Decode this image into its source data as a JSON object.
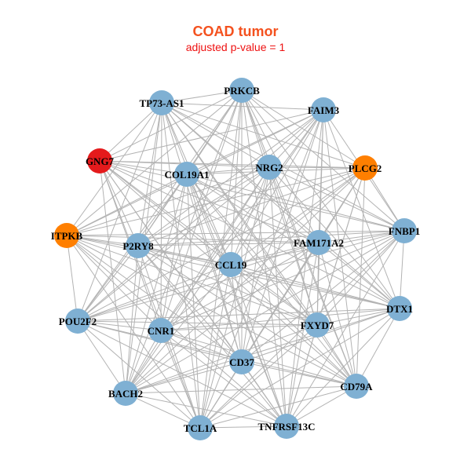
{
  "title": "COAD tumor",
  "subtitle": "adjusted p-value = 1",
  "colors": {
    "default_node": "#7fb0d3",
    "highlight_red": "#e41a1c",
    "highlight_orange": "#ff7f00",
    "edge": "#b3b3b3",
    "title": "#f4511e",
    "subtitle": "#ee1111"
  },
  "nodes": [
    {
      "id": "PRKCB",
      "label": "PRKCB",
      "color": "default_node"
    },
    {
      "id": "FAIM3",
      "label": "FAIM3",
      "color": "default_node"
    },
    {
      "id": "PLCG2",
      "label": "PLCG2",
      "color": "highlight_orange"
    },
    {
      "id": "FNBP1",
      "label": "FNBP1",
      "color": "default_node"
    },
    {
      "id": "DTX1",
      "label": "DTX1",
      "color": "default_node"
    },
    {
      "id": "CD79A",
      "label": "CD79A",
      "color": "default_node"
    },
    {
      "id": "TNFRSF13C",
      "label": "TNFRSF13C",
      "color": "default_node"
    },
    {
      "id": "TCL1A",
      "label": "TCL1A",
      "color": "default_node"
    },
    {
      "id": "BACH2",
      "label": "BACH2",
      "color": "default_node"
    },
    {
      "id": "POU2F2",
      "label": "POU2F2",
      "color": "default_node"
    },
    {
      "id": "ITPKB",
      "label": "ITPKB",
      "color": "highlight_orange"
    },
    {
      "id": "GNG7",
      "label": "GNG7",
      "color": "highlight_red"
    },
    {
      "id": "TP73-AS1",
      "label": "TP73-AS1",
      "color": "default_node"
    },
    {
      "id": "COL19A1",
      "label": "COL19A1",
      "color": "default_node"
    },
    {
      "id": "NRG2",
      "label": "NRG2",
      "color": "default_node"
    },
    {
      "id": "FAM171A2",
      "label": "FAM171A2",
      "color": "default_node"
    },
    {
      "id": "FXYD7",
      "label": "FXYD7",
      "color": "default_node"
    },
    {
      "id": "CD37",
      "label": "CD37",
      "color": "default_node"
    },
    {
      "id": "CNR1",
      "label": "CNR1",
      "color": "default_node"
    },
    {
      "id": "P2RY8",
      "label": "P2RY8",
      "color": "default_node"
    },
    {
      "id": "CCL19",
      "label": "CCL19",
      "color": "default_node"
    }
  ],
  "missing_edges": [
    [
      "GNG7",
      "ITPKB"
    ],
    [
      "FAIM3",
      "PLCG2"
    ],
    [
      "PRKCB",
      "FAIM3"
    ],
    [
      "TP73-AS1",
      "COL19A1"
    ],
    [
      "NRG2",
      "FAM171A2"
    ],
    [
      "CCL19",
      "CNR1"
    ],
    [
      "P2RY8",
      "CNR1"
    ],
    [
      "FXYD7",
      "CD37"
    ],
    [
      "GNG7",
      "POU2F2"
    ],
    [
      "ITPKB",
      "BACH2"
    ],
    [
      "FNBP1",
      "CD79A"
    ],
    [
      "PLCG2",
      "DTX1"
    ]
  ]
}
